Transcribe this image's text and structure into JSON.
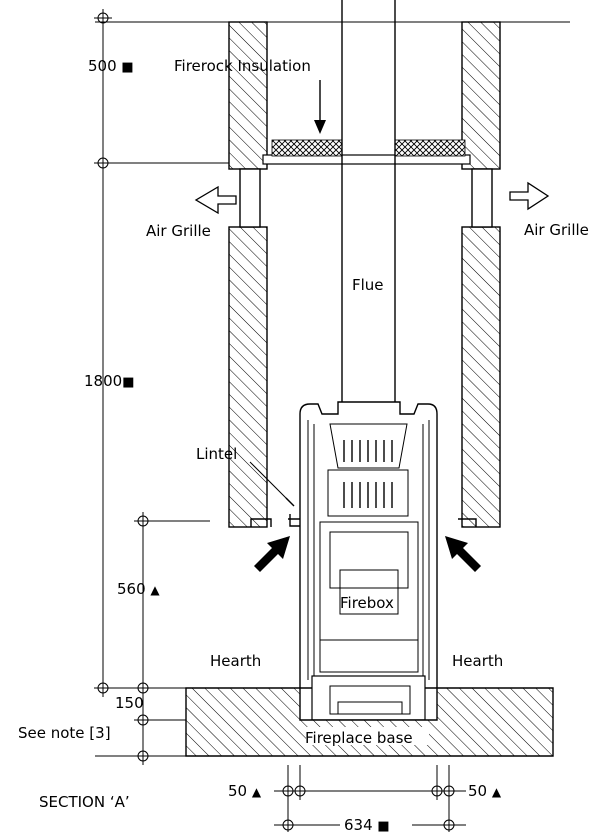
{
  "labels": {
    "firerock": "Firerock Insulation",
    "air_grille_left": "Air Grille",
    "air_grille_right": "Air Grille",
    "flue": "Flue",
    "lintel": "Lintel",
    "firebox": "Firebox",
    "hearth_left": "Hearth",
    "hearth_right": "Hearth",
    "fireplace_base": "Fireplace base",
    "see_note": "See note [3]",
    "section": "SECTION ‘A’"
  },
  "dimensions": {
    "d500": "500",
    "d1800": "1800",
    "d560": "560",
    "d150": "150",
    "d50_left": "50",
    "d50_right": "50",
    "d634": "634"
  },
  "symbols": {
    "square": "■",
    "triangle": "▲"
  }
}
